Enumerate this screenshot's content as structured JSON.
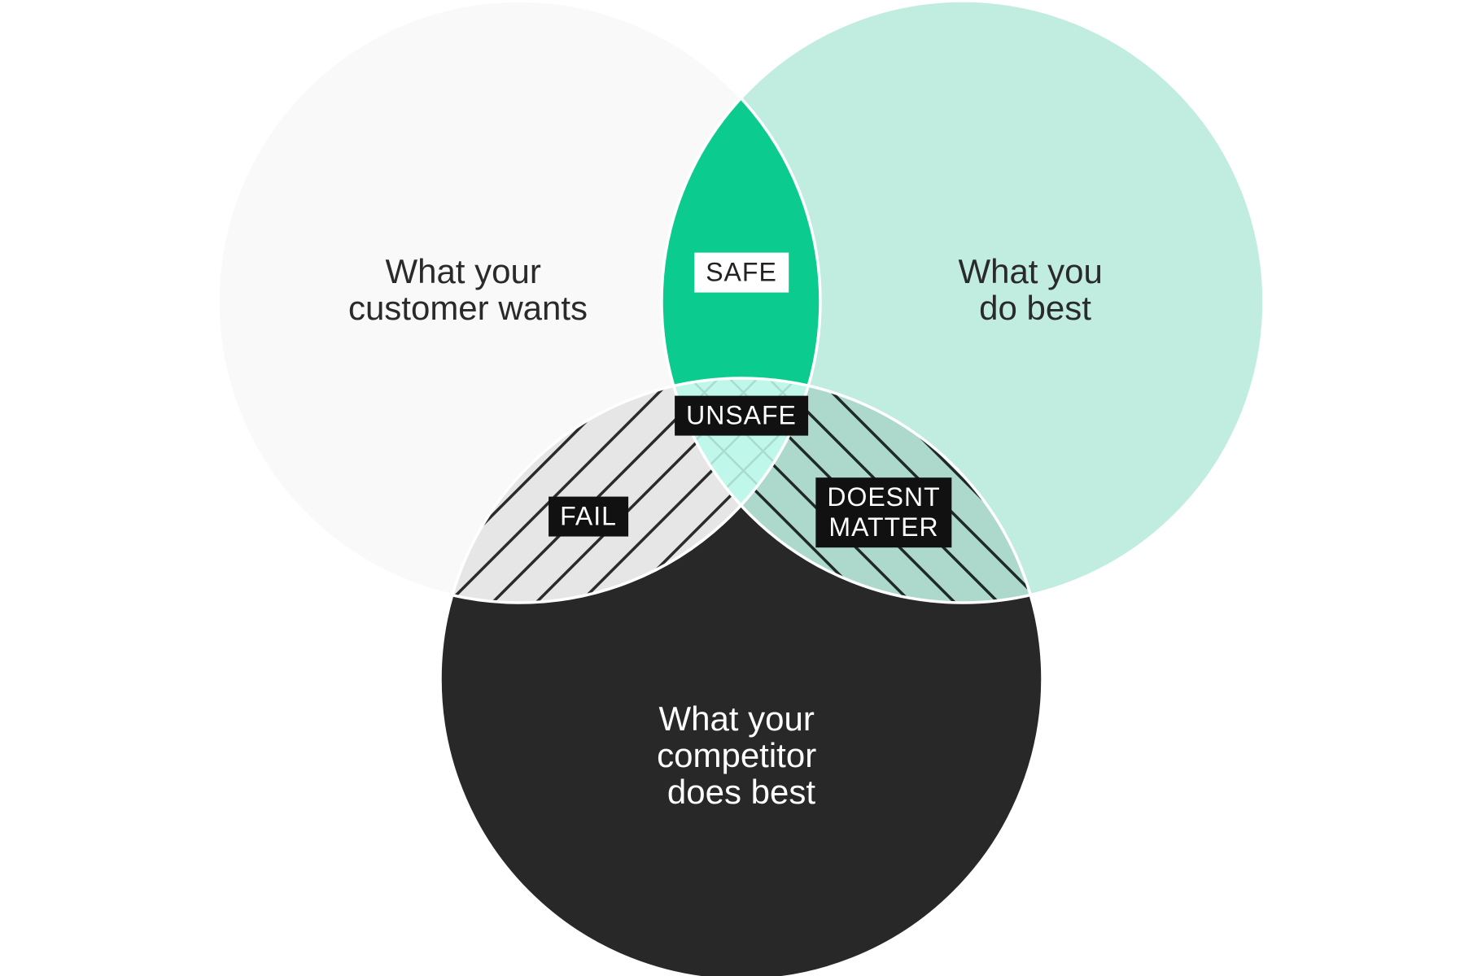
{
  "diagram": {
    "circles": {
      "customer": {
        "label_line1": "What your",
        "label_line2": "customer wants",
        "color": "#f9f9f9"
      },
      "you": {
        "label_line1": "What you",
        "label_line2": "do best",
        "color": "#c0ede0"
      },
      "competitor": {
        "label_line1": "What your",
        "label_line2": "competitor",
        "label_line3": "does best",
        "color": "#282828"
      }
    },
    "regions": {
      "safe": {
        "label": "SAFE",
        "color": "#0bcc8e"
      },
      "unsafe": {
        "label": "UNSAFE",
        "color": "#bff7ea"
      },
      "fail": {
        "label": "FAIL",
        "color": "#e6e6e6"
      },
      "doesnt_matter": {
        "label": "DOESNT\nMATTER",
        "color": "#acd9cc"
      }
    }
  }
}
